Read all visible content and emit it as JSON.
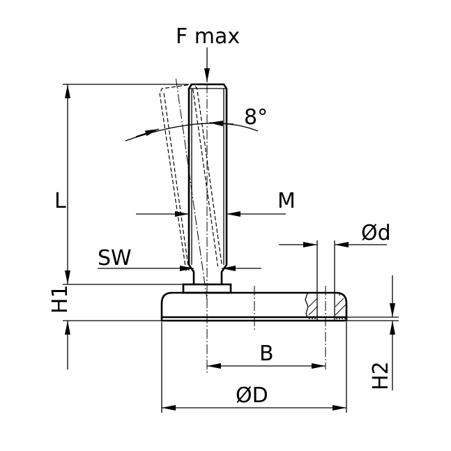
{
  "labels": {
    "force": "F max",
    "angle": "8°",
    "length": "L",
    "thread": "M",
    "wrench": "SW",
    "height1": "H1",
    "hole_diameter": "Ød",
    "height2": "H2",
    "hole_distance": "B",
    "base_diameter": "ØD"
  }
}
